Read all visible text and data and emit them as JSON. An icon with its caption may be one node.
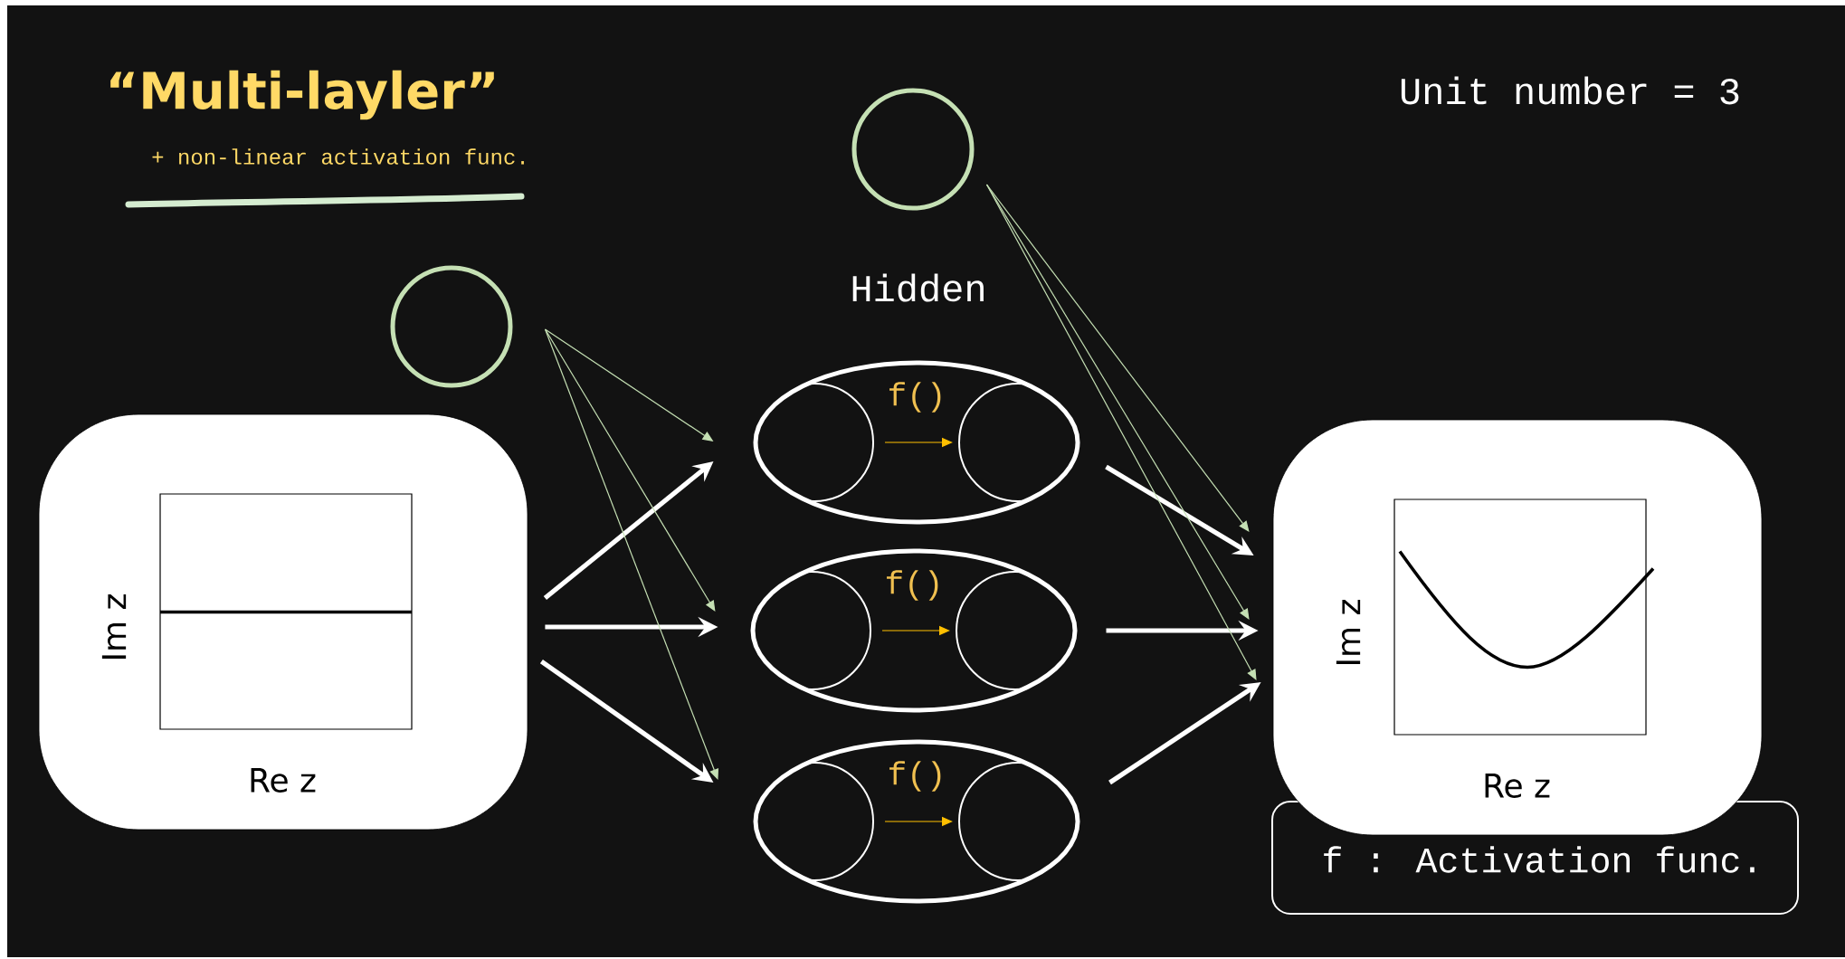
{
  "diagram": {
    "title": "“Multi-layler”",
    "nodes": [
      {
        "text": [
          "Im z",
          "Re z"
        ]
      },
      {
        "text": [],
        "shape": "circle"
      },
      {
        "text": [],
        "shape": "circle"
      },
      {
        "text": [
          "f()"
        ]
      },
      {
        "text": [],
        "shape": "circle",
        "in": 3
      },
      {
        "text": [],
        "shape": "circle",
        "in": 3
      },
      {
        "text": [
          "f()"
        ]
      },
      {
        "text": [],
        "shape": "circle",
        "in": 6
      },
      {
        "text": [],
        "shape": "circle",
        "in": 6
      },
      {
        "text": [
          "f()"
        ]
      },
      {
        "text": [],
        "shape": "circle",
        "in": 9
      },
      {
        "text": [],
        "shape": "circle",
        "in": 9
      },
      {
        "text": [
          "Im z",
          "Re z"
        ]
      },
      {
        "text": [
          "f : Activation func."
        ]
      }
    ],
    "edges": [
      {
        "from": 0,
        "to": 3,
        "arrow": "to",
        "style": "thick"
      },
      {
        "from": 0,
        "to": 6,
        "arrow": "to",
        "style": "thick"
      },
      {
        "from": 0,
        "to": 9,
        "arrow": "to",
        "style": "thick"
      },
      {
        "from": 1,
        "to": 3,
        "arrow": "to",
        "color": "#c5e0b4"
      },
      {
        "from": 1,
        "to": 6,
        "arrow": "to",
        "color": "#c5e0b4"
      },
      {
        "from": 1,
        "to": 9,
        "arrow": "to",
        "color": "#c5e0b4"
      },
      {
        "from": 4,
        "to": 5,
        "arrow": "to",
        "color": "#ffc000"
      },
      {
        "from": 7,
        "to": 8,
        "arrow": "to",
        "color": "#ffc000"
      },
      {
        "from": 10,
        "to": 11,
        "arrow": "to",
        "color": "#ffc000"
      },
      {
        "from": 3,
        "to": 12,
        "arrow": "to",
        "style": "thick"
      },
      {
        "from": 6,
        "to": 12,
        "arrow": "to",
        "style": "thick"
      },
      {
        "from": 9,
        "to": 12,
        "arrow": "to",
        "style": "thick"
      },
      {
        "from": 2,
        "to": 12,
        "arrow": "to",
        "color": "#c5e0b4"
      },
      {
        "from": 2,
        "to": 12,
        "arrow": "to",
        "color": "#c5e0b4"
      },
      {
        "from": 2,
        "to": 12,
        "arrow": "to",
        "color": "#c5e0b4"
      }
    ],
    "labels": [
      "Unit number = 3",
      "+ non-linear activation func.",
      "Hidden"
    ]
  }
}
